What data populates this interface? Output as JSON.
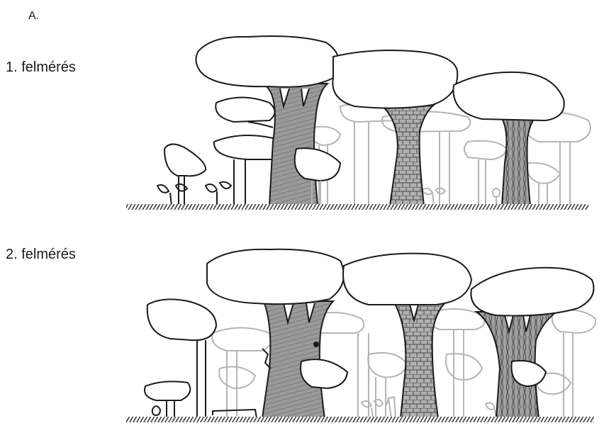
{
  "figure": {
    "panel_letter": "A.",
    "surveys": [
      {
        "label": "1. felmérés"
      },
      {
        "label": "2. felmérés"
      }
    ]
  },
  "colors": {
    "ink": "#1a1a1a",
    "pale_ink": "#b5b5b5",
    "bark": "#8a8a8a",
    "canopy_fill": "#ffffff"
  },
  "icons": [
    "tree-icon",
    "sapling-icon",
    "seedling-icon",
    "stump-icon",
    "woodpecker-hole-icon",
    "ground-line"
  ]
}
